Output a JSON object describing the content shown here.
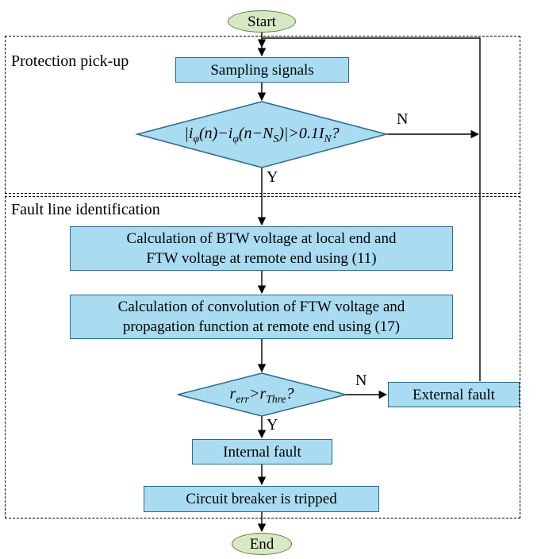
{
  "colors": {
    "node_fill": "#a9dcf1",
    "node_border": "#2b6a8a",
    "terminal_fill": "#d9e8c4",
    "terminal_border": "#5a7b38",
    "line": "#000000"
  },
  "terminals": {
    "start": "Start",
    "end": "End"
  },
  "sections": [
    {
      "label": "Protection pick-up"
    },
    {
      "label": "Fault line identification"
    }
  ],
  "nodes": {
    "sampling": "Sampling signals",
    "calc_btw_line1": "Calculation of BTW voltage at local end and",
    "calc_btw_line2": "FTW voltage at remote end using (11)",
    "calc_conv_line1": "Calculation of convolution of FTW voltage and",
    "calc_conv_line2": "propagation function at remote end using (17)",
    "external_fault": "External fault",
    "internal_fault": "Internal fault",
    "breaker": "Circuit breaker is tripped"
  },
  "decisions": {
    "pickup": {
      "parts": [
        {
          "text": "|i"
        },
        {
          "text": "φ",
          "sub": true
        },
        {
          "text": "(n)−i"
        },
        {
          "text": "φ",
          "sub": true
        },
        {
          "text": "(n−N"
        },
        {
          "text": "S",
          "sub": true
        },
        {
          "text": ")|>0.1I"
        },
        {
          "text": "N",
          "sub": true
        },
        {
          "text": "?"
        }
      ]
    },
    "ratio": {
      "parts": [
        {
          "text": "r"
        },
        {
          "text": "err",
          "sub": true
        },
        {
          "text": ">"
        },
        {
          "text": "r"
        },
        {
          "text": "Thre",
          "sub": true
        },
        {
          "text": "?"
        }
      ]
    }
  },
  "branch_labels": {
    "pickup_n": "N",
    "pickup_y": "Y",
    "ratio_n": "N",
    "ratio_y": "Y"
  }
}
